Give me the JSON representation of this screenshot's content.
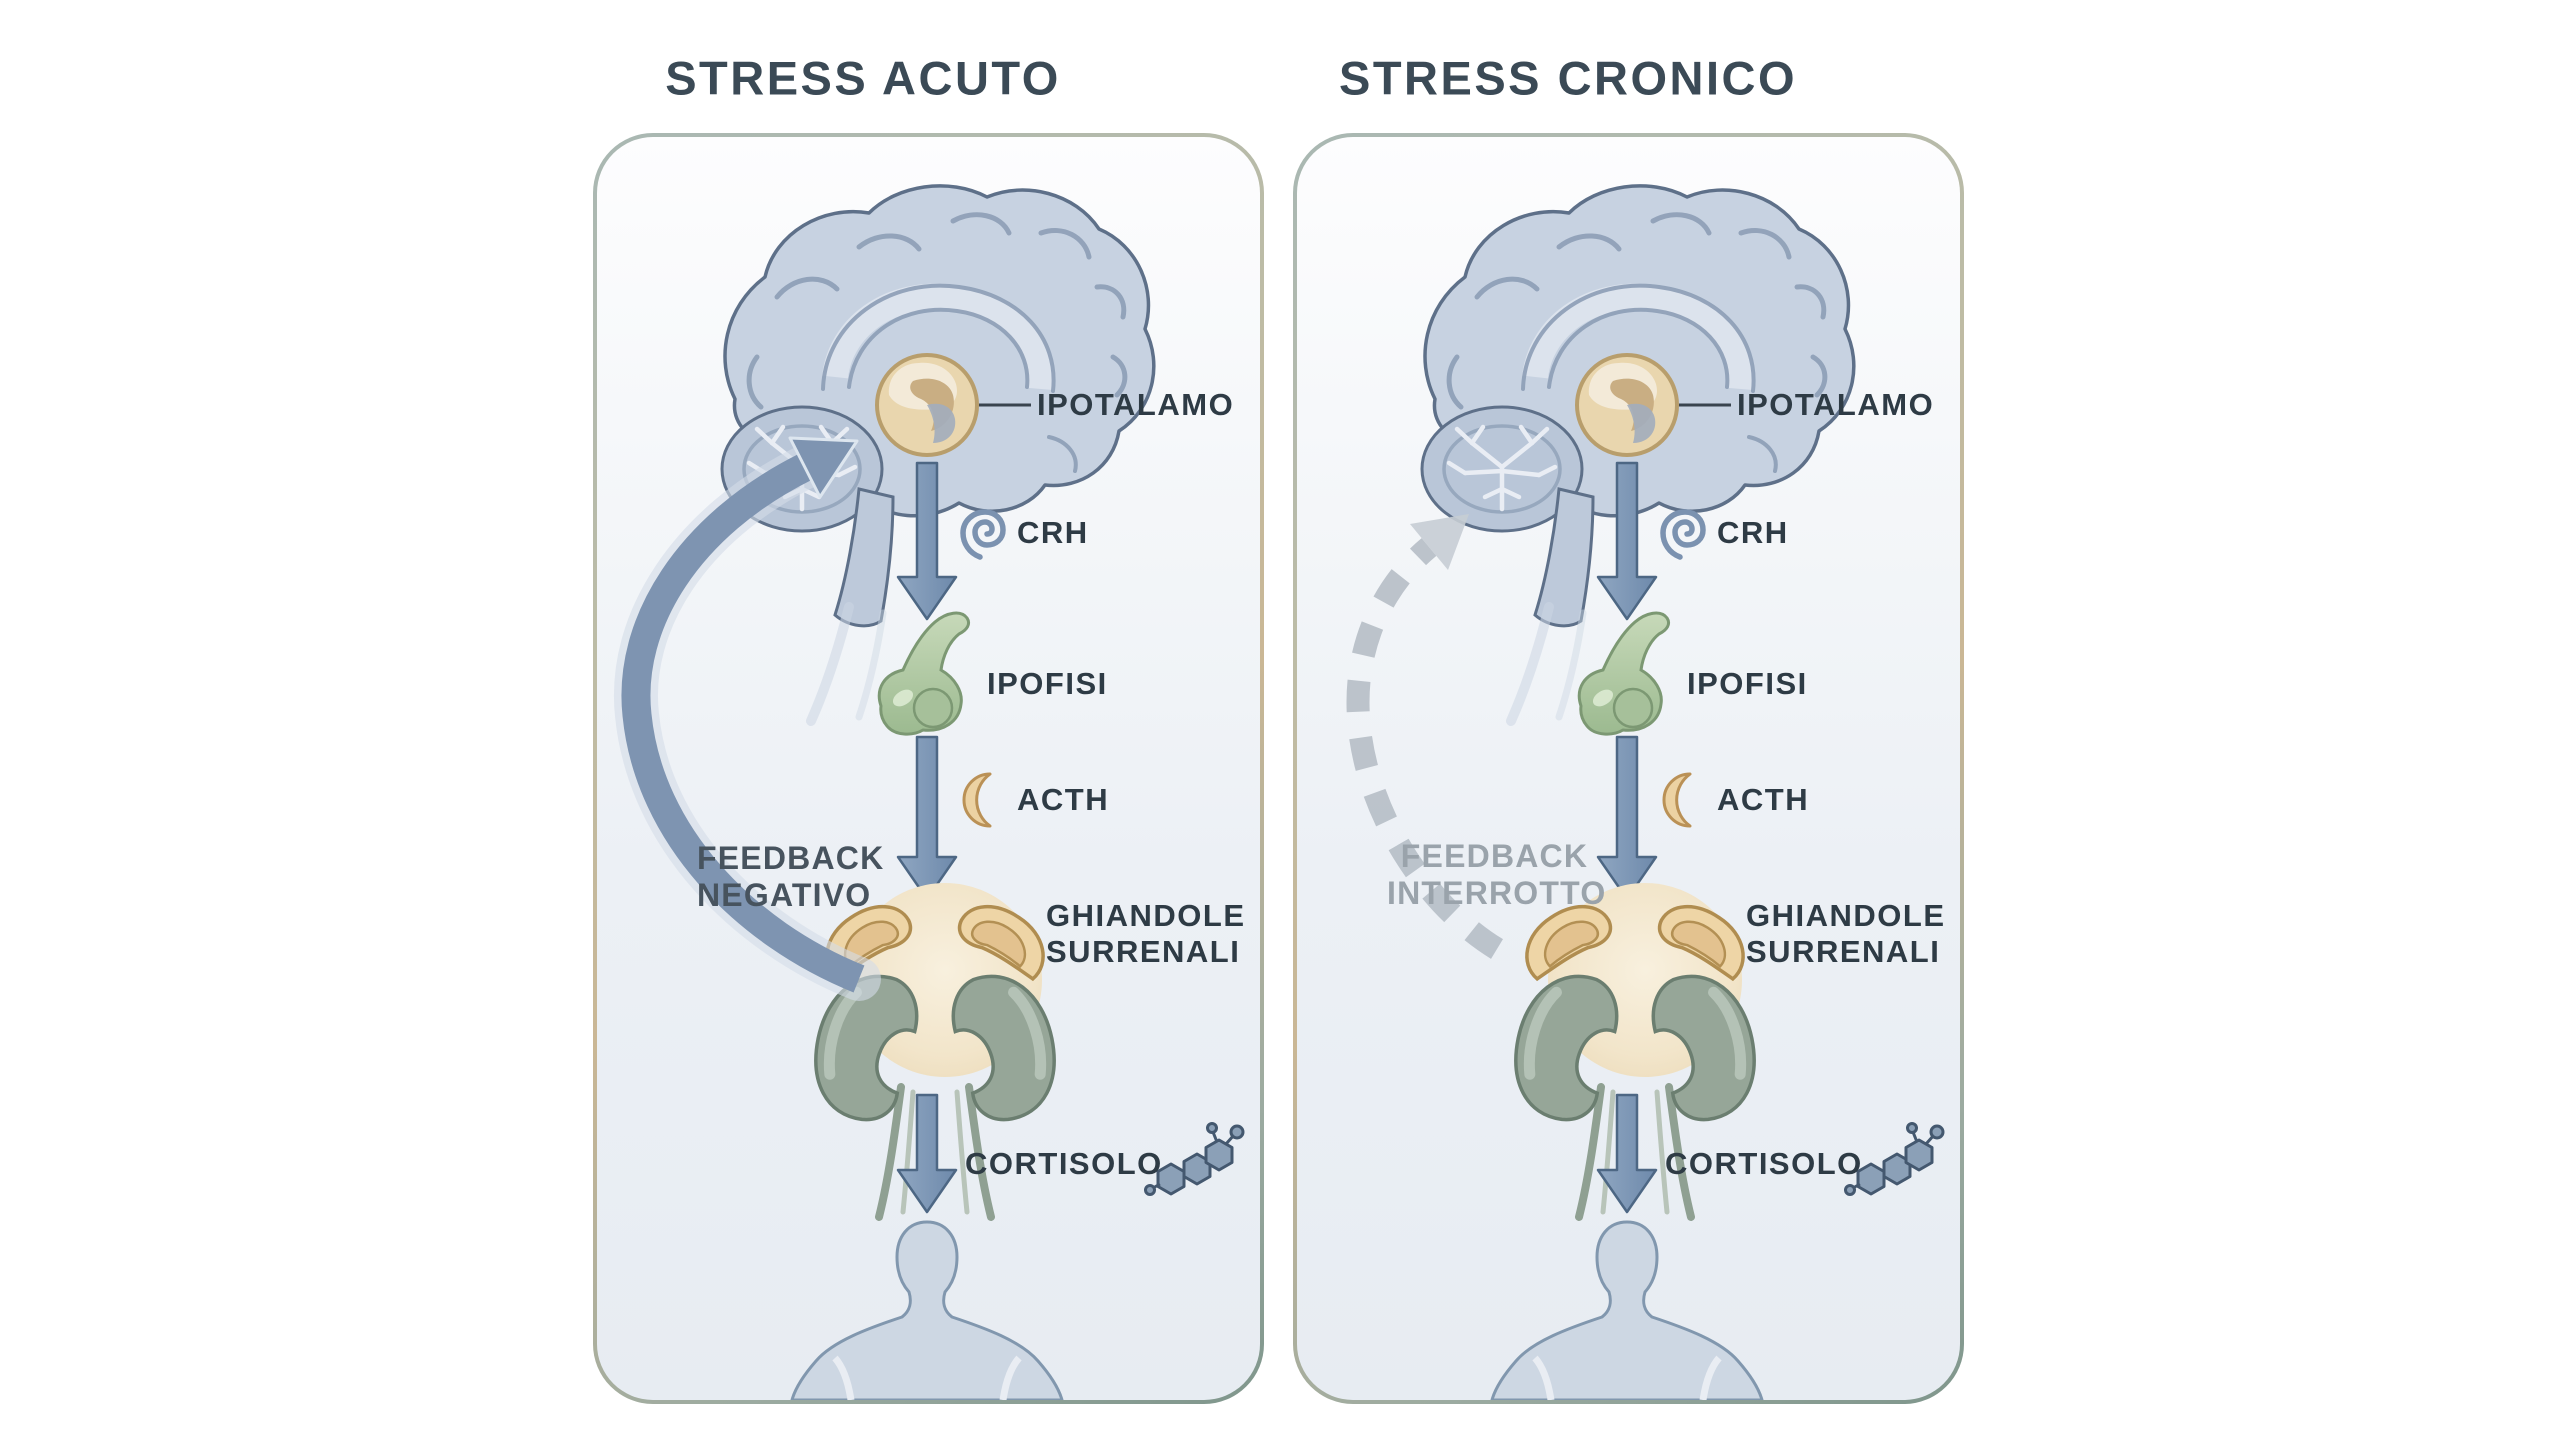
{
  "panels": {
    "acute": {
      "title": "STRESS ACUTO",
      "hypothalamus_label": "IPOTALAMO",
      "crh_label": "CRH",
      "pituitary_label": "IPOFISI",
      "acth_label": "ACTH",
      "adrenal_label_line1": "GHIANDOLE",
      "adrenal_label_line2": "SURRENALI",
      "cortisol_label": "CORTISOLO",
      "feedback_line1": "FEEDBACK",
      "feedback_line2": "NEGATIVO",
      "feedback_style": "solid-arrow"
    },
    "chronic": {
      "title": "STRESS CRONICO",
      "hypothalamus_label": "IPOTALAMO",
      "crh_label": "CRH",
      "pituitary_label": "IPOFISI",
      "acth_label": "ACTH",
      "adrenal_label_line1": "GHIANDOLE",
      "adrenal_label_line2": "SURRENALI",
      "cortisol_label": "CORTISOLO",
      "feedback_line1": "FEEDBACK",
      "feedback_line2": "INTERROTTO",
      "feedback_style": "dashed-faded-arrow"
    }
  },
  "icons": {
    "crh": "spiral-icon",
    "acth": "crescent-icon",
    "cortisol": "steroid-molecule-icon"
  },
  "colors": {
    "title_text": "#3b4a56",
    "label_text": "#2e3b45",
    "feedback_negative_text": "#47535e",
    "feedback_interrupted_text": "#9aa3ab",
    "arrow_blue": "#7a92b0",
    "feedback_solid_arc": "#7e94b1",
    "feedback_dashed_arc": "#b8c0c8",
    "brain_fill": "#c7d2e1",
    "brain_outline": "#5e7089",
    "hypothalamus_circle": "#e9d6ae",
    "pituitary_green": "#a9c4a1",
    "acth_crescent": "#ecd2a3",
    "kidney_fill": "#96a698",
    "adrenal_cap": "#eed5a6",
    "glow_cream": "#f4e9d3",
    "silhouette_fill": "#cdd7e3",
    "border_gradient_start": "#a9b8b3",
    "border_gradient_end": "#cab795"
  }
}
